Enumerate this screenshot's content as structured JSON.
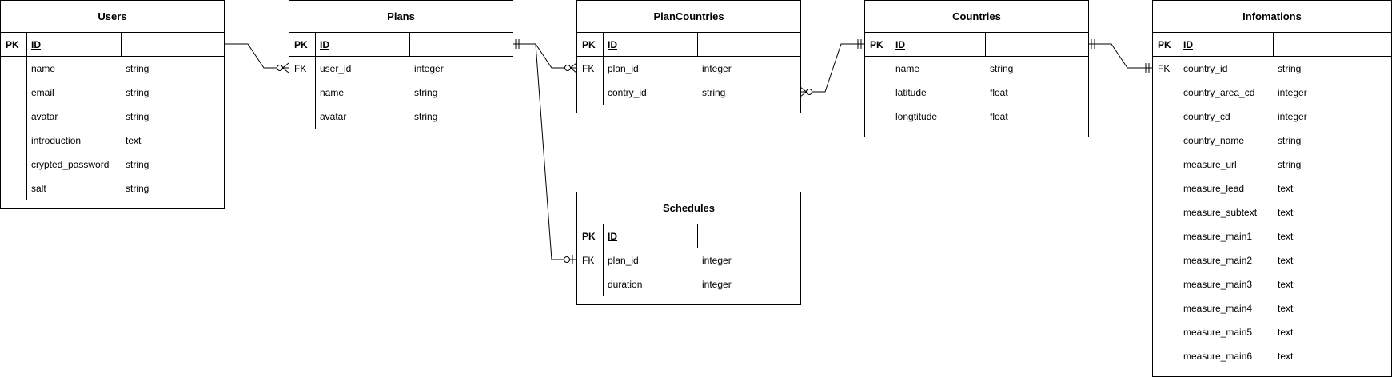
{
  "entities": {
    "users": {
      "title": "Users",
      "pk": {
        "key": "PK",
        "name": "ID"
      },
      "rows": [
        {
          "key": "",
          "name": "name",
          "type": "string"
        },
        {
          "key": "",
          "name": "email",
          "type": "string"
        },
        {
          "key": "",
          "name": "avatar",
          "type": "string"
        },
        {
          "key": "",
          "name": "introduction",
          "type": "text"
        },
        {
          "key": "",
          "name": "crypted_password",
          "type": "string"
        },
        {
          "key": "",
          "name": "salt",
          "type": "string"
        }
      ]
    },
    "plans": {
      "title": "Plans",
      "pk": {
        "key": "PK",
        "name": "ID"
      },
      "rows": [
        {
          "key": "FK",
          "name": "user_id",
          "type": "integer"
        },
        {
          "key": "",
          "name": "name",
          "type": "string"
        },
        {
          "key": "",
          "name": "avatar",
          "type": "string"
        }
      ]
    },
    "plancountries": {
      "title": "PlanCountries",
      "pk": {
        "key": "PK",
        "name": "ID"
      },
      "rows": [
        {
          "key": "FK",
          "name": "plan_id",
          "type": "integer"
        },
        {
          "key": "",
          "name": "contry_id",
          "type": "string"
        }
      ]
    },
    "countries": {
      "title": "Countries",
      "pk": {
        "key": "PK",
        "name": "ID"
      },
      "rows": [
        {
          "key": "",
          "name": "name",
          "type": "string"
        },
        {
          "key": "",
          "name": "latitude",
          "type": "float"
        },
        {
          "key": "",
          "name": "longtitude",
          "type": "float"
        }
      ]
    },
    "infomations": {
      "title": "Infomations",
      "pk": {
        "key": "PK",
        "name": "ID"
      },
      "rows": [
        {
          "key": "FK",
          "name": "country_id",
          "type": "string"
        },
        {
          "key": "",
          "name": "country_area_cd",
          "type": "integer"
        },
        {
          "key": "",
          "name": "country_cd",
          "type": "integer"
        },
        {
          "key": "",
          "name": "country_name",
          "type": "string"
        },
        {
          "key": "",
          "name": "measure_url",
          "type": "string"
        },
        {
          "key": "",
          "name": "measure_lead",
          "type": "text"
        },
        {
          "key": "",
          "name": "measure_subtext",
          "type": "text"
        },
        {
          "key": "",
          "name": "measure_main1",
          "type": "text"
        },
        {
          "key": "",
          "name": "measure_main2",
          "type": "text"
        },
        {
          "key": "",
          "name": "measure_main3",
          "type": "text"
        },
        {
          "key": "",
          "name": "measure_main4",
          "type": "text"
        },
        {
          "key": "",
          "name": "measure_main5",
          "type": "text"
        },
        {
          "key": "",
          "name": "measure_main6",
          "type": "text"
        }
      ]
    },
    "schedules": {
      "title": "Schedules",
      "pk": {
        "key": "PK",
        "name": "ID"
      },
      "rows": [
        {
          "key": "FK",
          "name": "plan_id",
          "type": "integer"
        },
        {
          "key": "",
          "name": "duration",
          "type": "integer"
        }
      ]
    }
  },
  "relationships": [
    {
      "from": "users",
      "to": "plans",
      "from_end": "none",
      "to_end": "zero-or-many"
    },
    {
      "from": "plans",
      "to": "plancountries",
      "from_end": "one-and-only-one",
      "to_end": "zero-or-many"
    },
    {
      "from": "plans",
      "to": "schedules",
      "from_end": "one-and-only-one",
      "to_end": "zero-or-one"
    },
    {
      "from": "plancountries",
      "to": "countries",
      "from_end": "zero-or-many",
      "to_end": "one-and-only-one"
    },
    {
      "from": "countries",
      "to": "infomations",
      "from_end": "one-and-only-one",
      "to_end": "one-and-only-one"
    }
  ],
  "colors": {
    "line": "#000000",
    "background": "#ffffff"
  }
}
